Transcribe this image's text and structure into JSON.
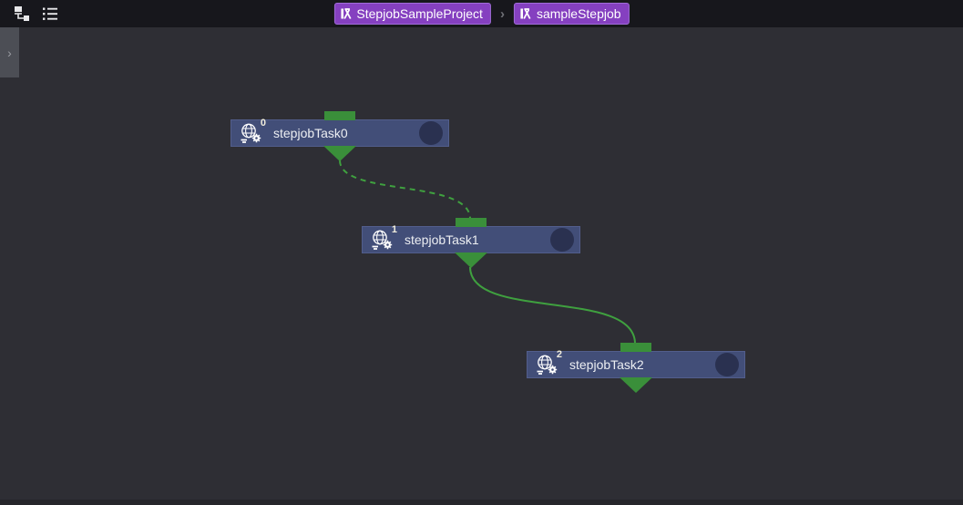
{
  "topbar": {
    "icons": [
      {
        "name": "tree-view-icon"
      },
      {
        "name": "list-view-icon"
      }
    ],
    "breadcrumb": {
      "separator": "›",
      "items": [
        {
          "label": "StepjobSampleProject",
          "icon": "stepjob-project-icon"
        },
        {
          "label": "sampleStepjob",
          "icon": "stepjob-icon"
        }
      ]
    }
  },
  "sidebar": {
    "collapsed": true,
    "expand_chevron": "›"
  },
  "canvas": {
    "nodes": [
      {
        "id": 0,
        "label": "stepjobTask0",
        "badge": "0",
        "icon": "globe-gear-icon"
      },
      {
        "id": 1,
        "label": "stepjobTask1",
        "badge": "1",
        "icon": "globe-gear-icon"
      },
      {
        "id": 2,
        "label": "stepjobTask2",
        "badge": "2",
        "icon": "globe-gear-icon"
      }
    ],
    "edges": [
      {
        "from": "stepjobTask0",
        "to": "stepjobTask1",
        "style": "dashed"
      },
      {
        "from": "stepjobTask1",
        "to": "stepjobTask2",
        "style": "solid"
      }
    ],
    "colors": {
      "edge_green": "#3fa03f",
      "port_green": "#3a8f3a",
      "node_bg": "#424e78",
      "node_border": "#525e8c",
      "node_status_circle": "#2a3150",
      "crumb_purple": "#8540c0",
      "topbar_bg": "#17171c",
      "canvas_bg": "#2e2e34"
    }
  }
}
